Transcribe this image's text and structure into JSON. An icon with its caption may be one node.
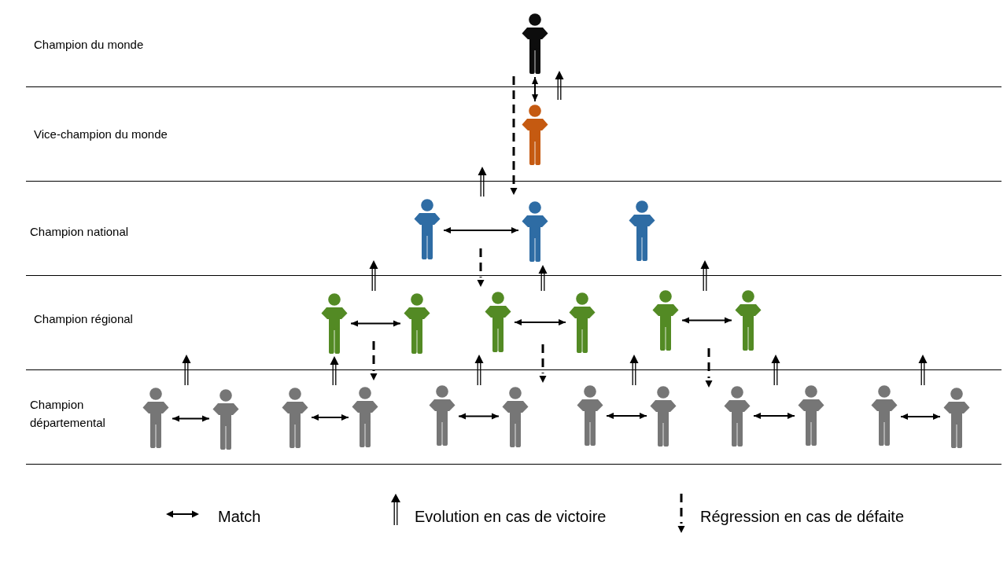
{
  "diagram": {
    "nodes": [
      {
        "text": [
          "Champion du monde"
        ]
      },
      {
        "text": [],
        "shape": "person",
        "in": 0
      },
      {
        "text": [
          "Vice-champion du monde"
        ]
      },
      {
        "text": [],
        "shape": "person",
        "in": 2
      },
      {
        "text": [
          "Champion national"
        ]
      },
      {
        "text": [],
        "shape": "person",
        "in": 4
      },
      {
        "text": [],
        "shape": "person",
        "in": 4
      },
      {
        "text": [],
        "shape": "person",
        "in": 4
      },
      {
        "text": [
          "Champion régional"
        ]
      },
      {
        "text": [],
        "shape": "person",
        "in": 8
      },
      {
        "text": [],
        "shape": "person",
        "in": 8
      },
      {
        "text": [],
        "shape": "person",
        "in": 8
      },
      {
        "text": [],
        "shape": "person",
        "in": 8
      },
      {
        "text": [],
        "shape": "person",
        "in": 8
      },
      {
        "text": [],
        "shape": "person",
        "in": 8
      },
      {
        "text": [
          "Champion départemental"
        ]
      },
      {
        "text": [],
        "shape": "person",
        "in": 15
      },
      {
        "text": [],
        "shape": "person",
        "in": 15
      },
      {
        "text": [],
        "shape": "person",
        "in": 15
      },
      {
        "text": [],
        "shape": "person",
        "in": 15
      },
      {
        "text": [],
        "shape": "person",
        "in": 15
      },
      {
        "text": [],
        "shape": "person",
        "in": 15
      },
      {
        "text": [],
        "shape": "person",
        "in": 15
      },
      {
        "text": [],
        "shape": "person",
        "in": 15
      },
      {
        "text": [],
        "shape": "person",
        "in": 15
      },
      {
        "text": [],
        "shape": "person",
        "in": 15
      },
      {
        "text": [],
        "shape": "person",
        "in": 15
      },
      {
        "text": [],
        "shape": "person",
        "in": 15
      }
    ],
    "edges": [
      {
        "from": 1,
        "to": 3,
        "arrow": "both"
      },
      {
        "from": 5,
        "to": 6,
        "arrow": "both"
      },
      {
        "from": 9,
        "to": 10,
        "arrow": "both"
      },
      {
        "from": 11,
        "to": 12,
        "arrow": "both"
      },
      {
        "from": 13,
        "to": 14,
        "arrow": "both"
      },
      {
        "from": 16,
        "to": 17,
        "arrow": "both"
      },
      {
        "from": 18,
        "to": 19,
        "arrow": "both"
      },
      {
        "from": 20,
        "to": 21,
        "arrow": "both"
      },
      {
        "from": 22,
        "to": 23,
        "arrow": "both"
      },
      {
        "from": 24,
        "to": 25,
        "arrow": "both"
      },
      {
        "from": 26,
        "to": 27,
        "arrow": "both"
      }
    ],
    "legend": [
      {
        "text": "Match"
      },
      {
        "text": "Evolution en cas de victoire"
      },
      {
        "text": "Régression en cas de défaite"
      }
    ]
  }
}
